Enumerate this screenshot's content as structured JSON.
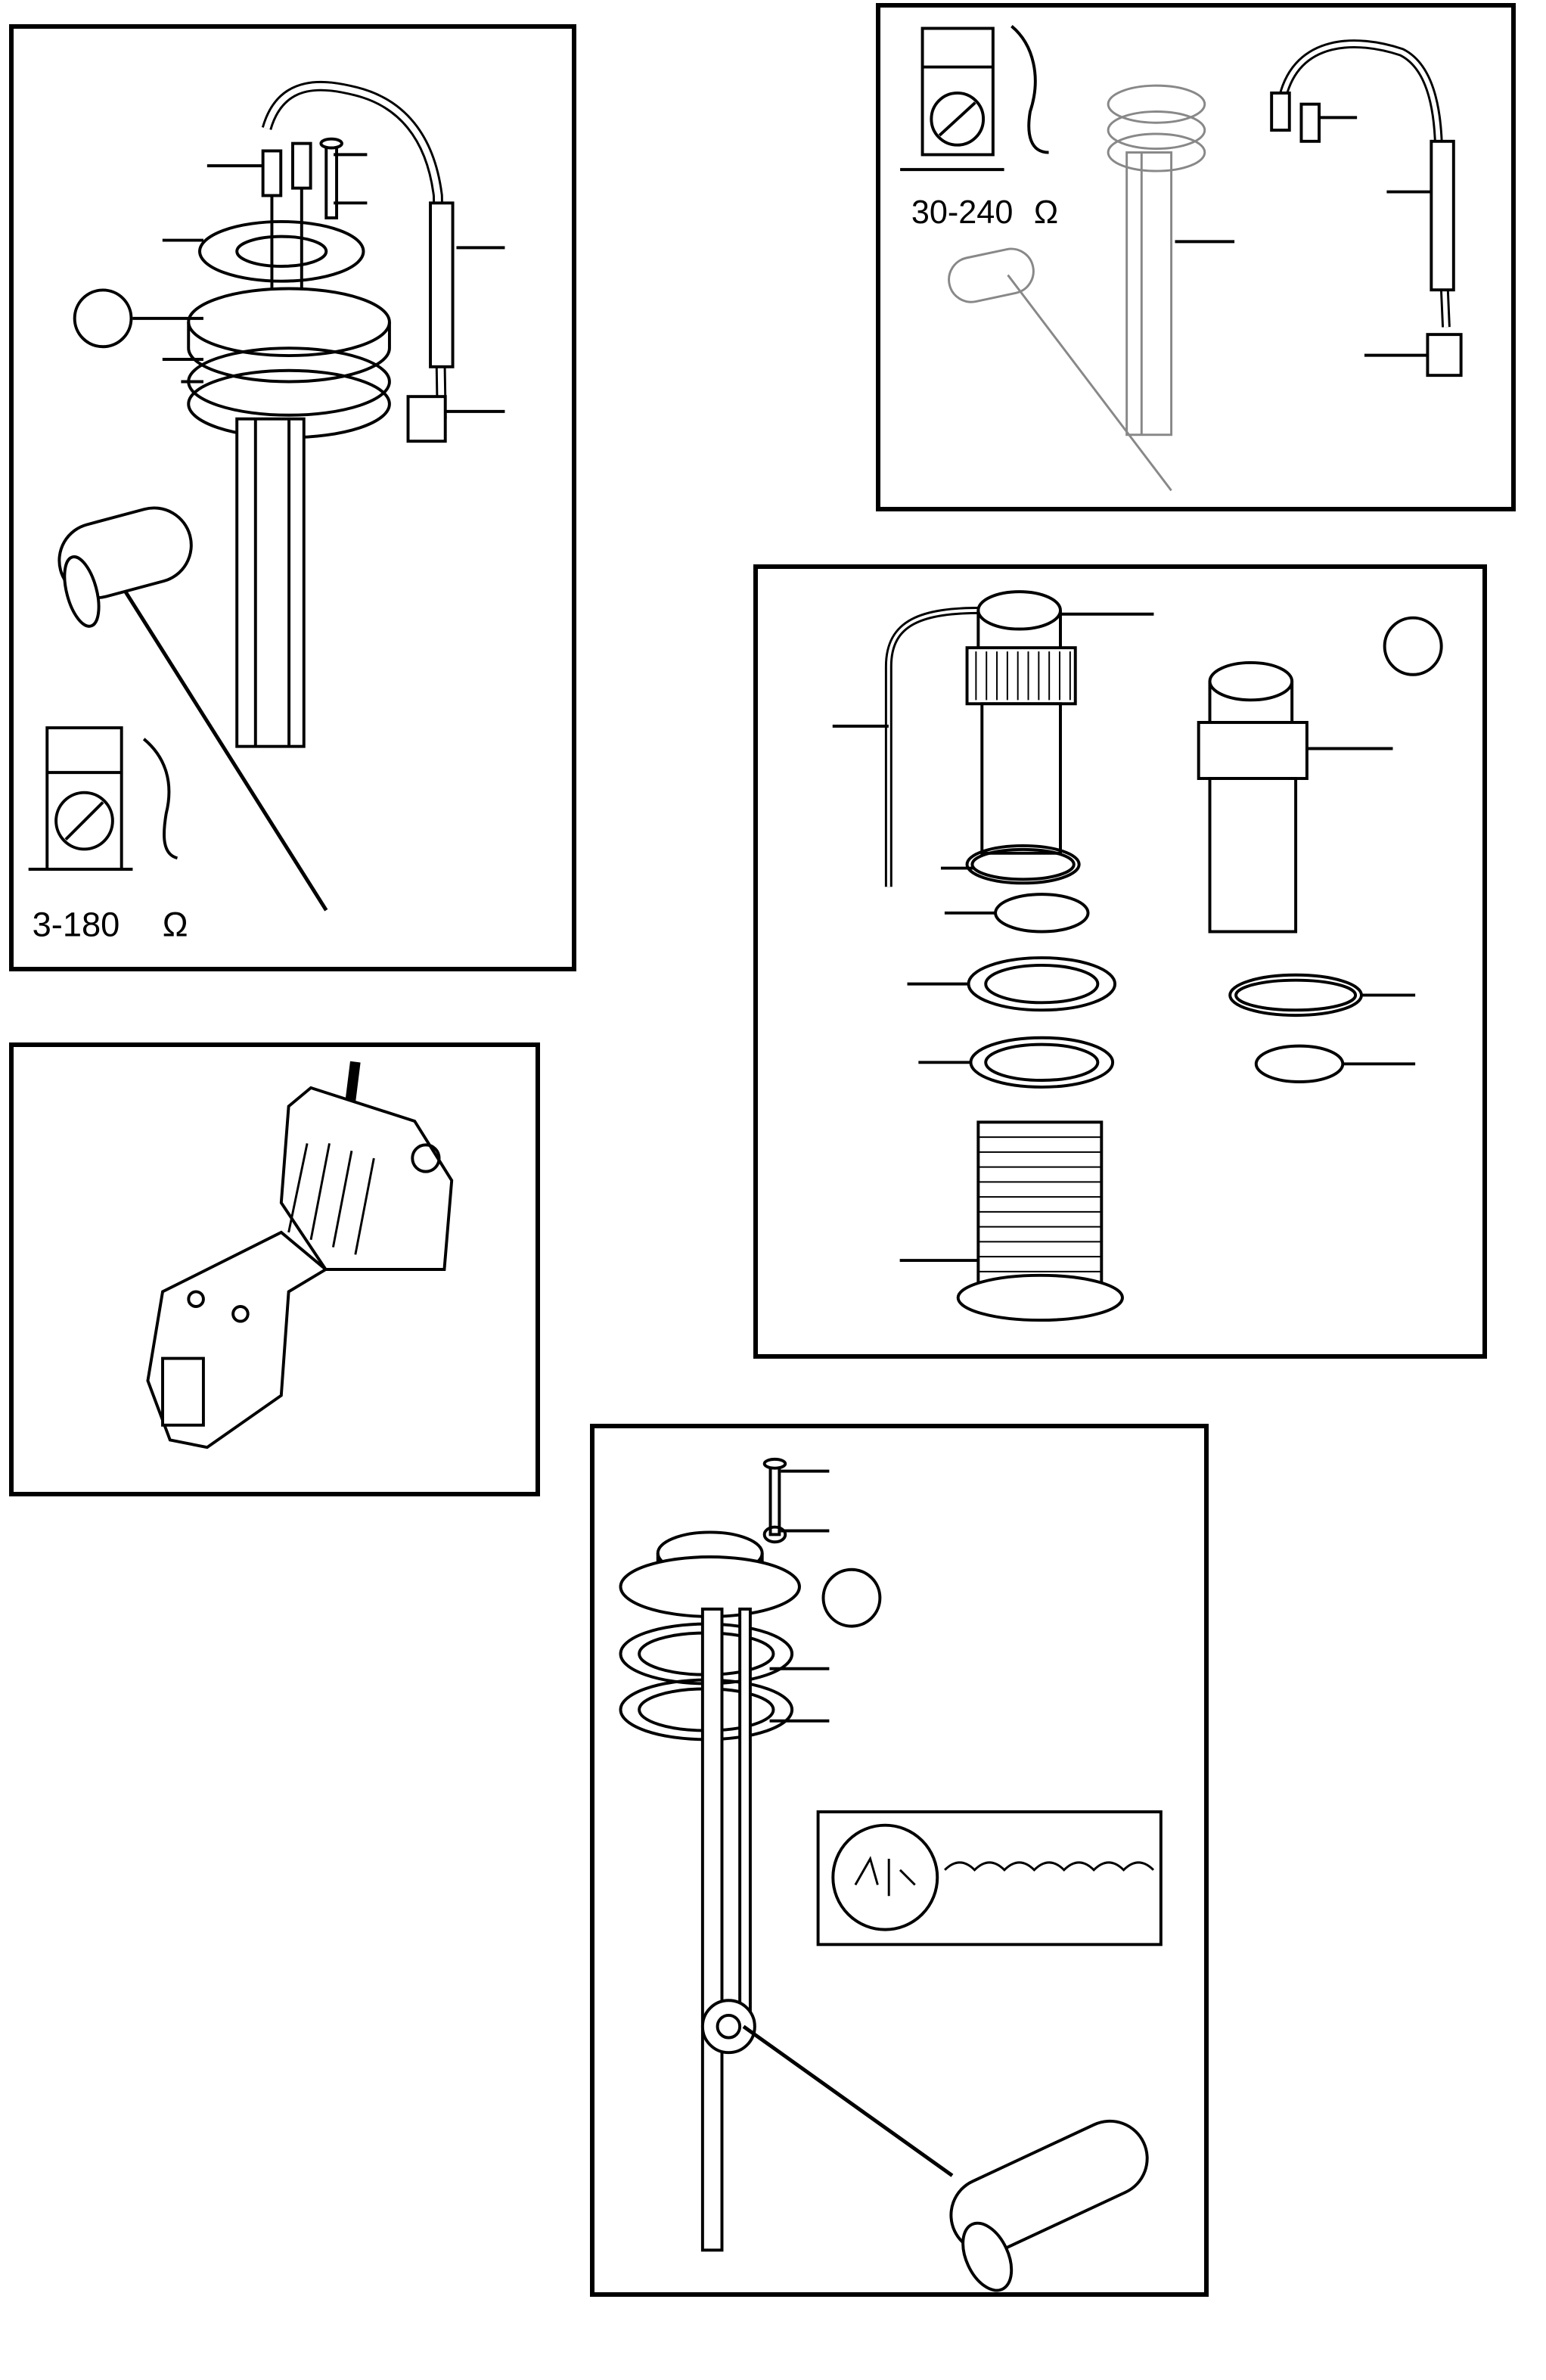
{
  "diagram": {
    "panel_sender_3_180": {
      "resistance_label": "3-180",
      "ohm_symbol": "Ω"
    },
    "panel_sender_30_240": {
      "resistance_label": "30-240",
      "ohm_symbol": "Ω"
    },
    "panel_fuel_pickup": {},
    "panel_bracket": {},
    "panel_water_sender": {}
  },
  "colors": {
    "line": "#000000",
    "background": "#ffffff"
  },
  "icons": [
    "gauge-meter-icon",
    "fuel-pump-icon",
    "ohm-icon",
    "water-tank-icon",
    "faucet-icon",
    "callout-circle-icon"
  ]
}
